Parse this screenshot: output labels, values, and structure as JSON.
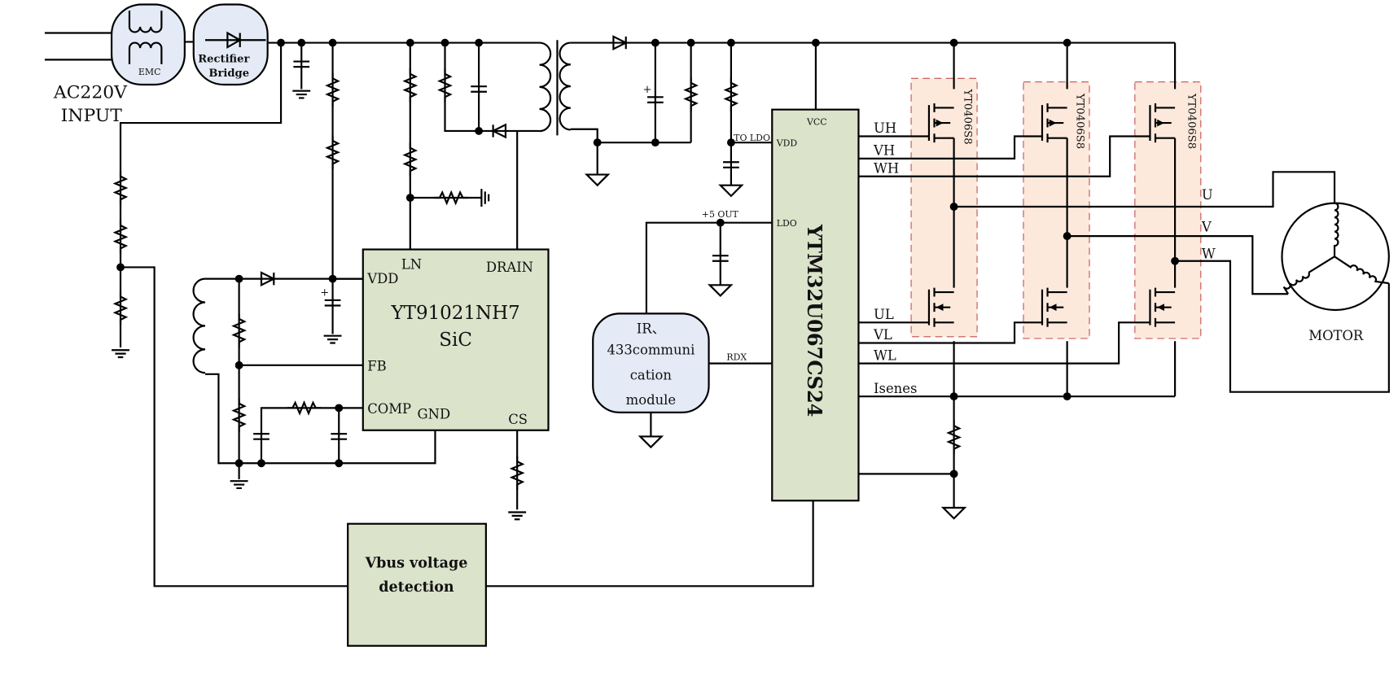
{
  "input": {
    "line1": "AC220V",
    "line2": "INPUT"
  },
  "emc": {
    "label": "EMC"
  },
  "rectifier": {
    "line1": "Rectifier",
    "line2": "Bridge"
  },
  "power_ic": {
    "name": "YT91021NH7",
    "sub": "SiC",
    "pins": {
      "vdd": "VDD",
      "ln": "LN",
      "drain": "DRAIN",
      "fb": "FB",
      "comp": "COMP",
      "gnd": "GND",
      "cs": "CS"
    }
  },
  "mcu": {
    "name": "YTM32U067CS24",
    "pins": {
      "vcc": "VCC",
      "vdd": "VDD",
      "ldo": "LDO"
    },
    "outputs": [
      "UH",
      "VH",
      "WH",
      "UL",
      "VL",
      "WL",
      "Isenes"
    ]
  },
  "net_labels": {
    "to_ldo": "TO LDO",
    "plus5": "+5 OUT",
    "rdx": "RDX"
  },
  "comm": {
    "line1": "IR、",
    "line2": "433communi",
    "line3": "cation",
    "line4": "module"
  },
  "mosfet_label": "YT0406S8",
  "phases": [
    "U",
    "V",
    "W"
  ],
  "motor": {
    "label": "MOTOR"
  },
  "vbus": {
    "line1": "Vbus voltage",
    "line2": "detection"
  },
  "colors": {
    "chip_fill": "#dce3cb",
    "module_fill": "#e4ebf6",
    "mos_fill": "#fce9dc",
    "mos_border": "#c0504d"
  }
}
